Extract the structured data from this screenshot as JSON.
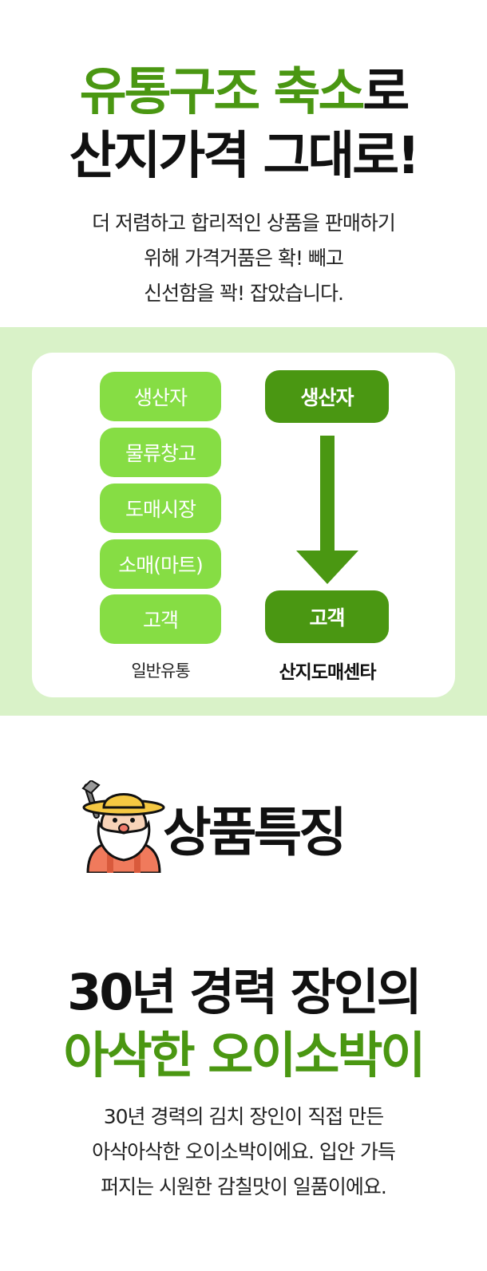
{
  "hero": {
    "line1_green": "유통구조 축소",
    "line1_black": "로",
    "line2": "산지가격 그대로!",
    "description": [
      "더 저렴하고 합리적인 상품을 판매하기",
      "위해 가격거품은 확! 빼고",
      "신선함을 꽉! 잡았습니다."
    ]
  },
  "diagram": {
    "general_steps": [
      "생산자",
      "물류창고",
      "도매시장",
      "소매(마트)",
      "고객"
    ],
    "general_caption": "일반유통",
    "direct_steps": [
      "생산자",
      "고객"
    ],
    "direct_caption": "산지도매센타",
    "colors": {
      "light_pill": "#86dd44",
      "dark_pill": "#4a9712",
      "band": "#d9f2c8"
    }
  },
  "features": {
    "title": "상품특징",
    "mascot_icon": "farmer-mascot-icon"
  },
  "product": {
    "line1": "30년 경력 장인의",
    "line2": "아삭한 오이소박이",
    "description": [
      "30년 경력의 김치 장인이 직접 만든",
      "아삭아삭한 오이소박이에요. 입안 가득",
      "퍼지는 시원한 감칠맛이 일품이에요."
    ]
  }
}
